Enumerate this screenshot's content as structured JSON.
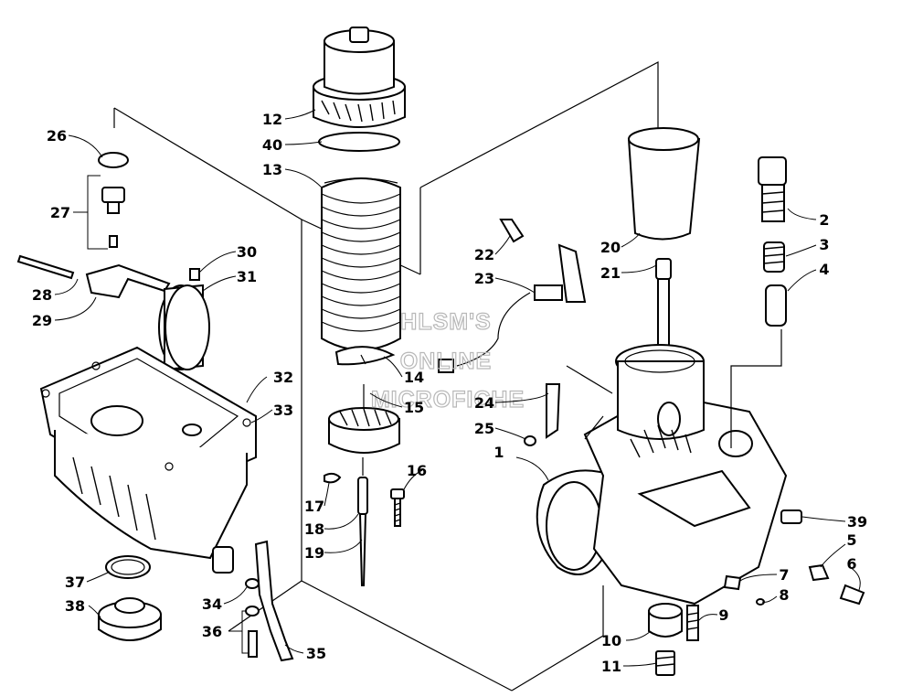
{
  "watermark": [
    "HLSM'S",
    "ONLINE",
    "MICROFICHE"
  ],
  "callouts": [
    "1",
    "2",
    "3",
    "4",
    "5",
    "6",
    "7",
    "8",
    "9",
    "10",
    "11",
    "12",
    "13",
    "14",
    "15",
    "16",
    "17",
    "18",
    "19",
    "20",
    "21",
    "22",
    "23",
    "24",
    "25",
    "26",
    "27",
    "28",
    "29",
    "30",
    "31",
    "32",
    "33",
    "34",
    "35",
    "36",
    "37",
    "38",
    "39",
    "40"
  ]
}
